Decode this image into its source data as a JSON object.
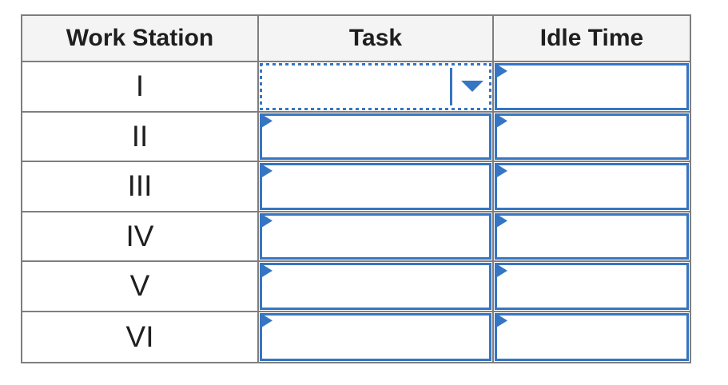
{
  "colors": {
    "accent_blue": "#3575C4",
    "border_gray": "#7E7E7E",
    "header_bg": "#F4F4F5",
    "text": "#1F1F1F"
  },
  "icons": {
    "dropdown_caret": "caret-down-icon",
    "field_marker": "pennant-marker-icon"
  },
  "table": {
    "columns": [
      "Work Station",
      "Task",
      "Idle Time"
    ],
    "rows": [
      {
        "station": "I",
        "task_widget": "dropdown-focused",
        "task_value": "",
        "idle_widget": "answer-field",
        "idle_value": ""
      },
      {
        "station": "II",
        "task_widget": "answer-field",
        "task_value": "",
        "idle_widget": "answer-field",
        "idle_value": ""
      },
      {
        "station": "III",
        "task_widget": "answer-field",
        "task_value": "",
        "idle_widget": "answer-field",
        "idle_value": ""
      },
      {
        "station": "IV",
        "task_widget": "answer-field",
        "task_value": "",
        "idle_widget": "answer-field",
        "idle_value": ""
      },
      {
        "station": "V",
        "task_widget": "answer-field",
        "task_value": "",
        "idle_widget": "answer-field",
        "idle_value": ""
      },
      {
        "station": "VI",
        "task_widget": "answer-field",
        "task_value": "",
        "idle_widget": "answer-field",
        "idle_value": ""
      }
    ]
  }
}
